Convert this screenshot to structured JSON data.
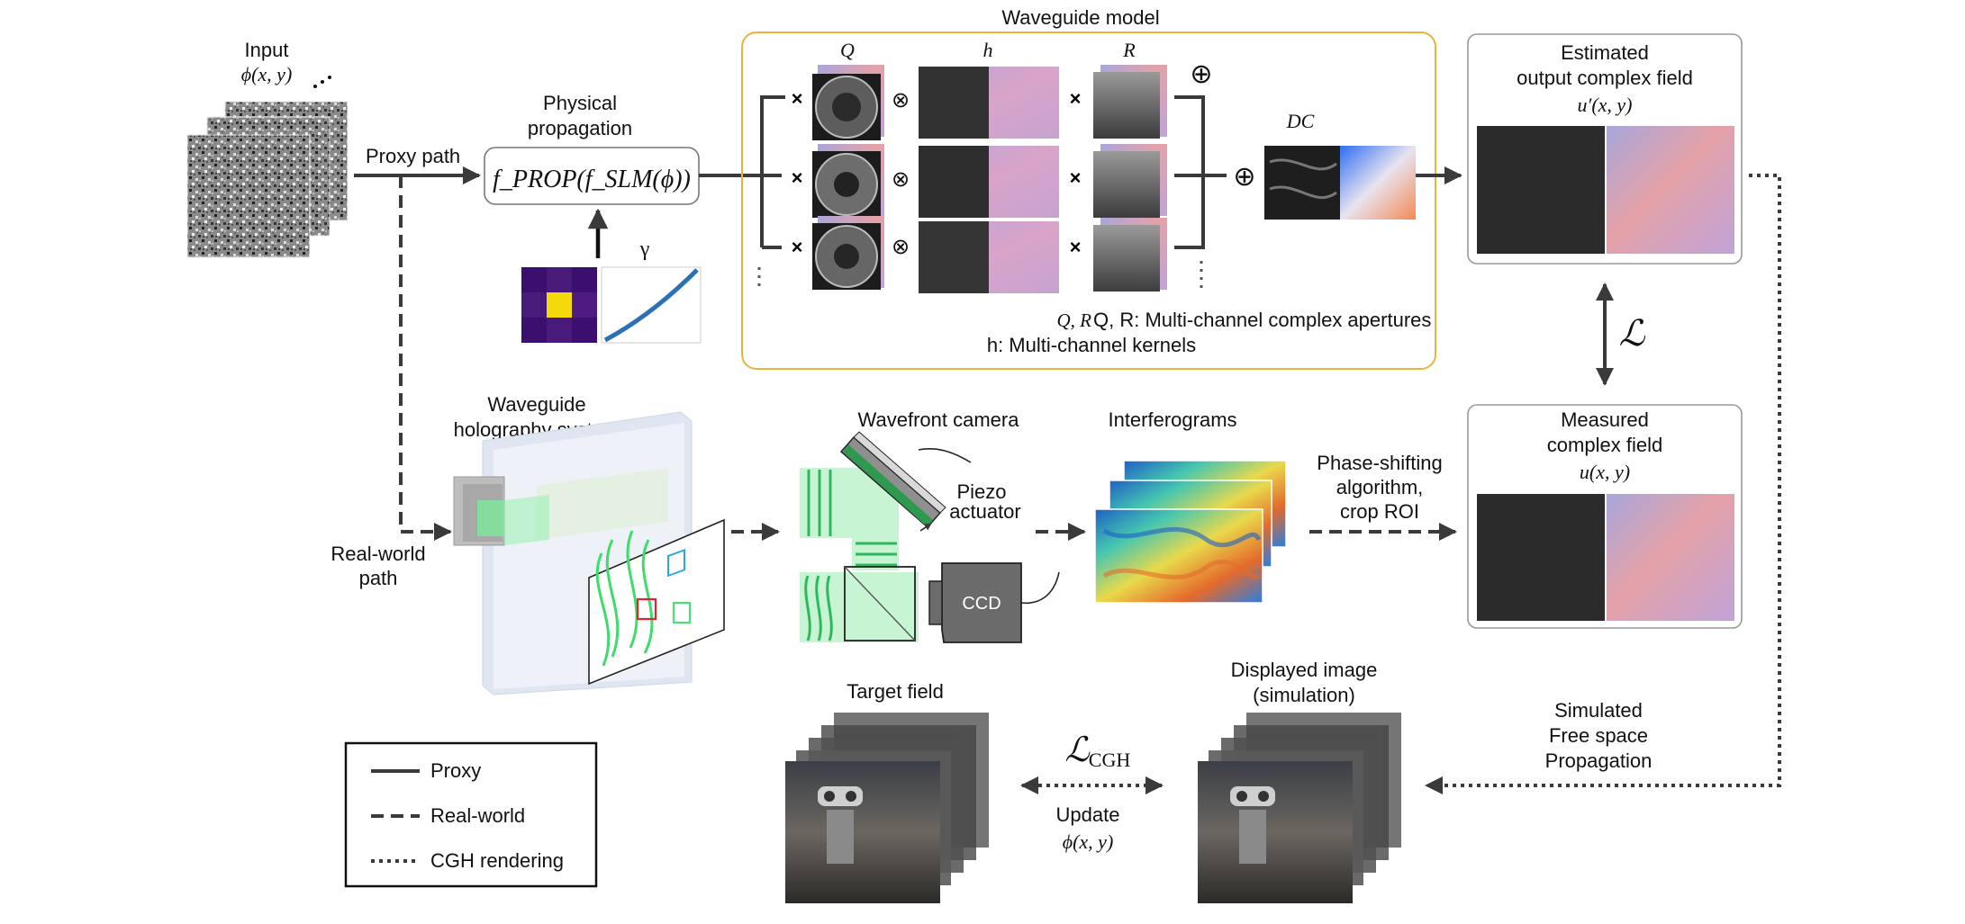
{
  "input": {
    "title": "Input",
    "var": "ϕ(x, y)"
  },
  "paths": {
    "proxy": "Proxy path",
    "real_world_1": "Real-world",
    "real_world_2": "path"
  },
  "physical": {
    "title_1": "Physical",
    "title_2": "propagation",
    "formula": "f_PROP(f_SLM(ϕ))",
    "gamma": "γ"
  },
  "waveguide_model": {
    "title": "Waveguide model",
    "labels": {
      "q": "Q",
      "h": "h",
      "r": "R",
      "dc": "DC"
    },
    "caption_1": "Q, R: Multi-channel complex apertures",
    "caption_2": "h: Multi-channel kernels"
  },
  "estimated": {
    "title_1": "Estimated",
    "title_2": "output complex field",
    "var": "u′(x, y)"
  },
  "measured": {
    "title_1": "Measured",
    "title_2": "complex field",
    "var": "u(x, y)"
  },
  "loss": {
    "symbol": "ℒ",
    "cgh": "ℒ",
    "cgh_sub": "CGH",
    "update": "Update",
    "update_var": "ϕ(x, y)"
  },
  "system": {
    "title_1": "Waveguide",
    "title_2": "holography system"
  },
  "camera": {
    "title": "Wavefront camera",
    "piezo_1": "Piezo",
    "piezo_2": "actuator",
    "ccd": "CCD"
  },
  "interferograms": {
    "title": "Interferograms"
  },
  "phase": {
    "line_1": "Phase-shifting",
    "line_2": "algorithm,",
    "line_3": "crop ROI"
  },
  "target": {
    "title": "Target field"
  },
  "displayed": {
    "title_1": "Displayed image",
    "title_2": "(simulation)"
  },
  "sim_prop": {
    "line_1": "Simulated",
    "line_2": "Free space",
    "line_3": "Propagation"
  },
  "legend": {
    "proxy": "Proxy",
    "real_world": "Real-world",
    "cgh": "CGH rendering"
  },
  "colors": {
    "model_border": "#e8b53a",
    "arrow": "#3a3a3a",
    "laser": "#44e07a",
    "magma_bright": "#f5d90a",
    "magma_dark": "#3b0f6e"
  }
}
